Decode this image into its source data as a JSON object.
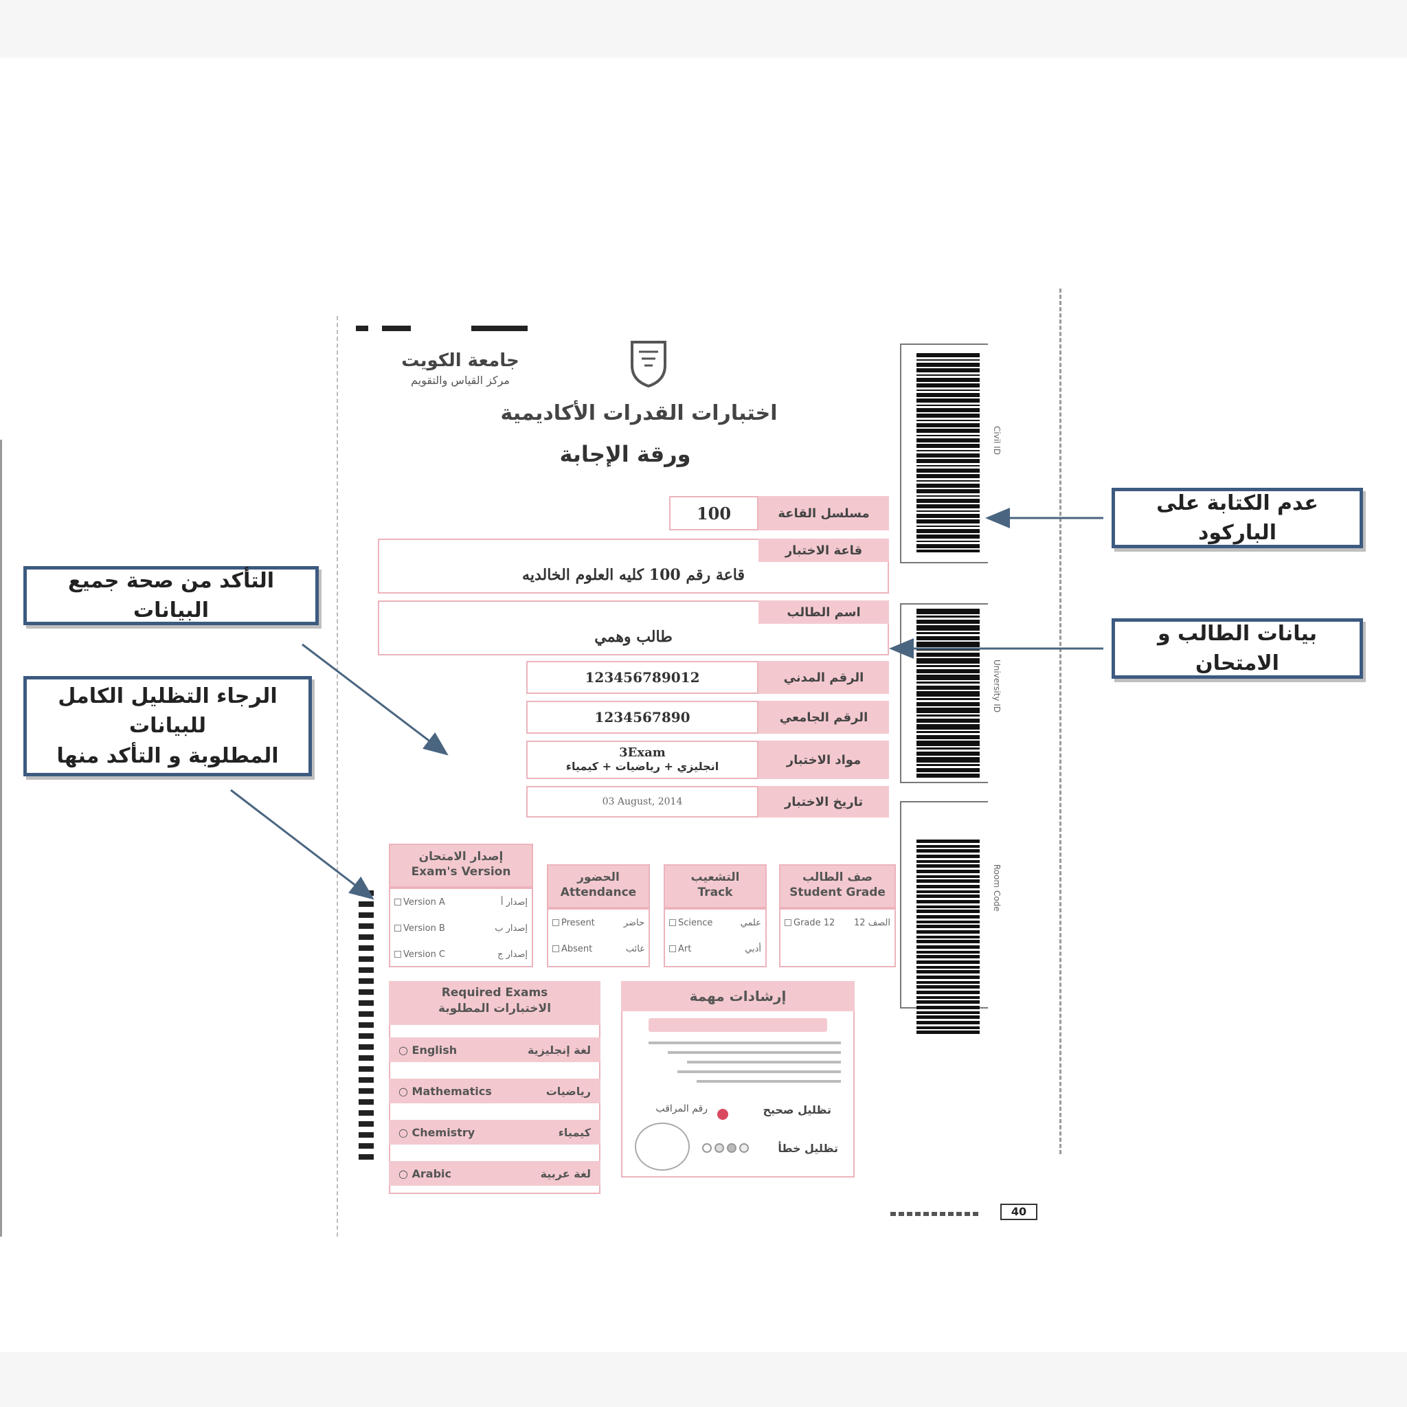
{
  "header": {
    "university": "جامعة الكويت",
    "center": "مركز القياس والتقويم",
    "title": "اختبارات القدرات الأكاديمية",
    "subtitle": "ورقة الإجابة"
  },
  "fields": [
    {
      "label": "مسلسل القاعة",
      "value": "100"
    },
    {
      "label": "قاعة الاختبار",
      "value": "قاعة رقم 100 كليه العلوم الخالديه"
    },
    {
      "label": "اسم الطالب",
      "value": "طالب وهمي"
    },
    {
      "label": "الرقم المدني",
      "value": "123456789012"
    },
    {
      "label": "الرقم الجامعي",
      "value": "1234567890"
    },
    {
      "label": "مواد الاختبار",
      "value_en": "3Exam",
      "value": "انجليزي + رياضيات + كيمياء"
    },
    {
      "label": "تاريخ الاختبار",
      "value": "03 August, 2014"
    }
  ],
  "exam_version": {
    "title_ar": "إصدار الامتحان",
    "title_en": "Exam's Version",
    "options": [
      {
        "en": "Version A",
        "ar": "إصدار أ"
      },
      {
        "en": "Version B",
        "ar": "إصدار ب"
      },
      {
        "en": "Version C",
        "ar": "إصدار ج"
      }
    ]
  },
  "attendance": {
    "title_ar": "الحضور",
    "title_en": "Attendance",
    "options": [
      {
        "en": "Present",
        "ar": "حاضر"
      },
      {
        "en": "Absent",
        "ar": "غائب"
      }
    ]
  },
  "track": {
    "title_ar": "التشعيب",
    "title_en": "Track",
    "options": [
      {
        "en": "Science",
        "ar": "علمي"
      },
      {
        "en": "Art",
        "ar": "أدبي"
      }
    ]
  },
  "grade": {
    "title_ar": "صف الطالب",
    "title_en": "Student Grade",
    "options": [
      {
        "en": "Grade 12",
        "ar": "الصف 12"
      }
    ]
  },
  "required_exams": {
    "title_en": "Required Exams",
    "title_ar": "الاختبارات المطلوبة",
    "items": [
      {
        "en": "English",
        "ar": "لغة إنجليزية"
      },
      {
        "en": "Mathematics",
        "ar": "رياضيات"
      },
      {
        "en": "Chemistry",
        "ar": "كيمياء"
      },
      {
        "en": "Arabic",
        "ar": "لغة عربية"
      }
    ]
  },
  "instructions": {
    "title": "إرشادات مهمة",
    "correct_label": "تظليل صحيح",
    "wrong_label": "تظليل خطأ",
    "proctor_label": "رقم المراقب"
  },
  "barcodes": [
    {
      "label": "Civil ID"
    },
    {
      "label": "University ID"
    },
    {
      "label": "Room Code"
    }
  ],
  "footer": {
    "page_number": "40"
  },
  "callouts": {
    "no_writing_barcode": "عدم الكتابة على الباركود",
    "student_exam_data": "بيانات الطالب و الامتحان",
    "verify_all_data": "التأكد من صحة جميع البيانات",
    "full_shading_line1": "الرجاء التظليل الكامل للبيانات",
    "full_shading_line2": "المطلوبة و التأكد منها"
  },
  "colors": {
    "pink_fill": "#f3c9cf",
    "pink_border": "#ecb3bb",
    "callout_border": "#3d5a80",
    "arrow": "#4a6580"
  }
}
